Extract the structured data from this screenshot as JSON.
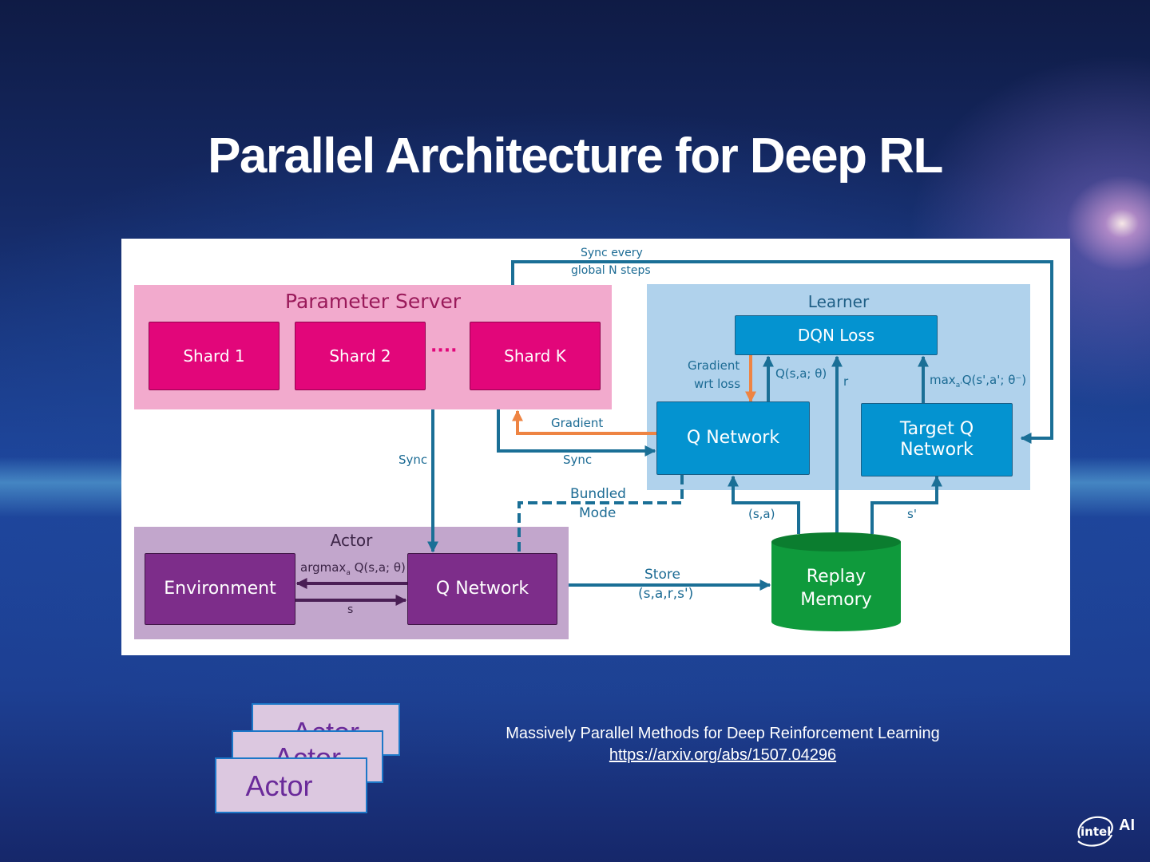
{
  "slide": {
    "title": "Parallel Architecture for Deep RL"
  },
  "diagram": {
    "parameter_server": {
      "title": "Parameter Server",
      "shards": [
        "Shard 1",
        "Shard 2",
        "Shard K"
      ],
      "ellipsis": "····"
    },
    "learner": {
      "title": "Learner",
      "dqn_loss": "DQN Loss",
      "q_network": "Q Network",
      "target_q_network_line1": "Target Q",
      "target_q_network_line2": "Network",
      "gradient_wrt_loss_line1": "Gradient",
      "gradient_wrt_loss_line2": "wrt loss",
      "q_label": "Q(s,a; θ)",
      "r_label": "r",
      "max_label_prefix": "max",
      "max_label_sub": "a'",
      "max_label_suffix": "Q(s',a'; θ⁻)"
    },
    "actor": {
      "title": "Actor",
      "environment": "Environment",
      "q_network": "Q Network",
      "argmax_prefix": "argmax",
      "argmax_sub": "a",
      "argmax_suffix": "Q(s,a; θ)",
      "s_label": "s"
    },
    "replay_memory_line1": "Replay",
    "replay_memory_line2": "Memory",
    "edges": {
      "sync_every_line1": "Sync every",
      "sync_every_line2": "global N steps",
      "gradient": "Gradient",
      "sync_to_learner": "Sync",
      "sync_to_actor": "Sync",
      "bundled_line1": "Bundled",
      "bundled_line2": "Mode",
      "sa": "(s,a)",
      "s_prime": "s'",
      "store_line1": "Store",
      "store_line2": "(s,a,r,s')"
    },
    "colors": {
      "edge_blue": "#1a6f96",
      "gradient_orange": "#ee8443",
      "replay_green": "#0f9a3c",
      "shard_pink": "#e2067a",
      "learner_blue": "#0493d0",
      "actor_purple": "#7d2d8a"
    }
  },
  "actor_stack": [
    "Actor",
    "Actor",
    "Actor"
  ],
  "reference": {
    "title": "Massively Parallel Methods for Deep Reinforcement Learning",
    "url": "https://arxiv.org/abs/1507.04296"
  },
  "logo": {
    "brand": "intel",
    "suffix": "AI"
  }
}
